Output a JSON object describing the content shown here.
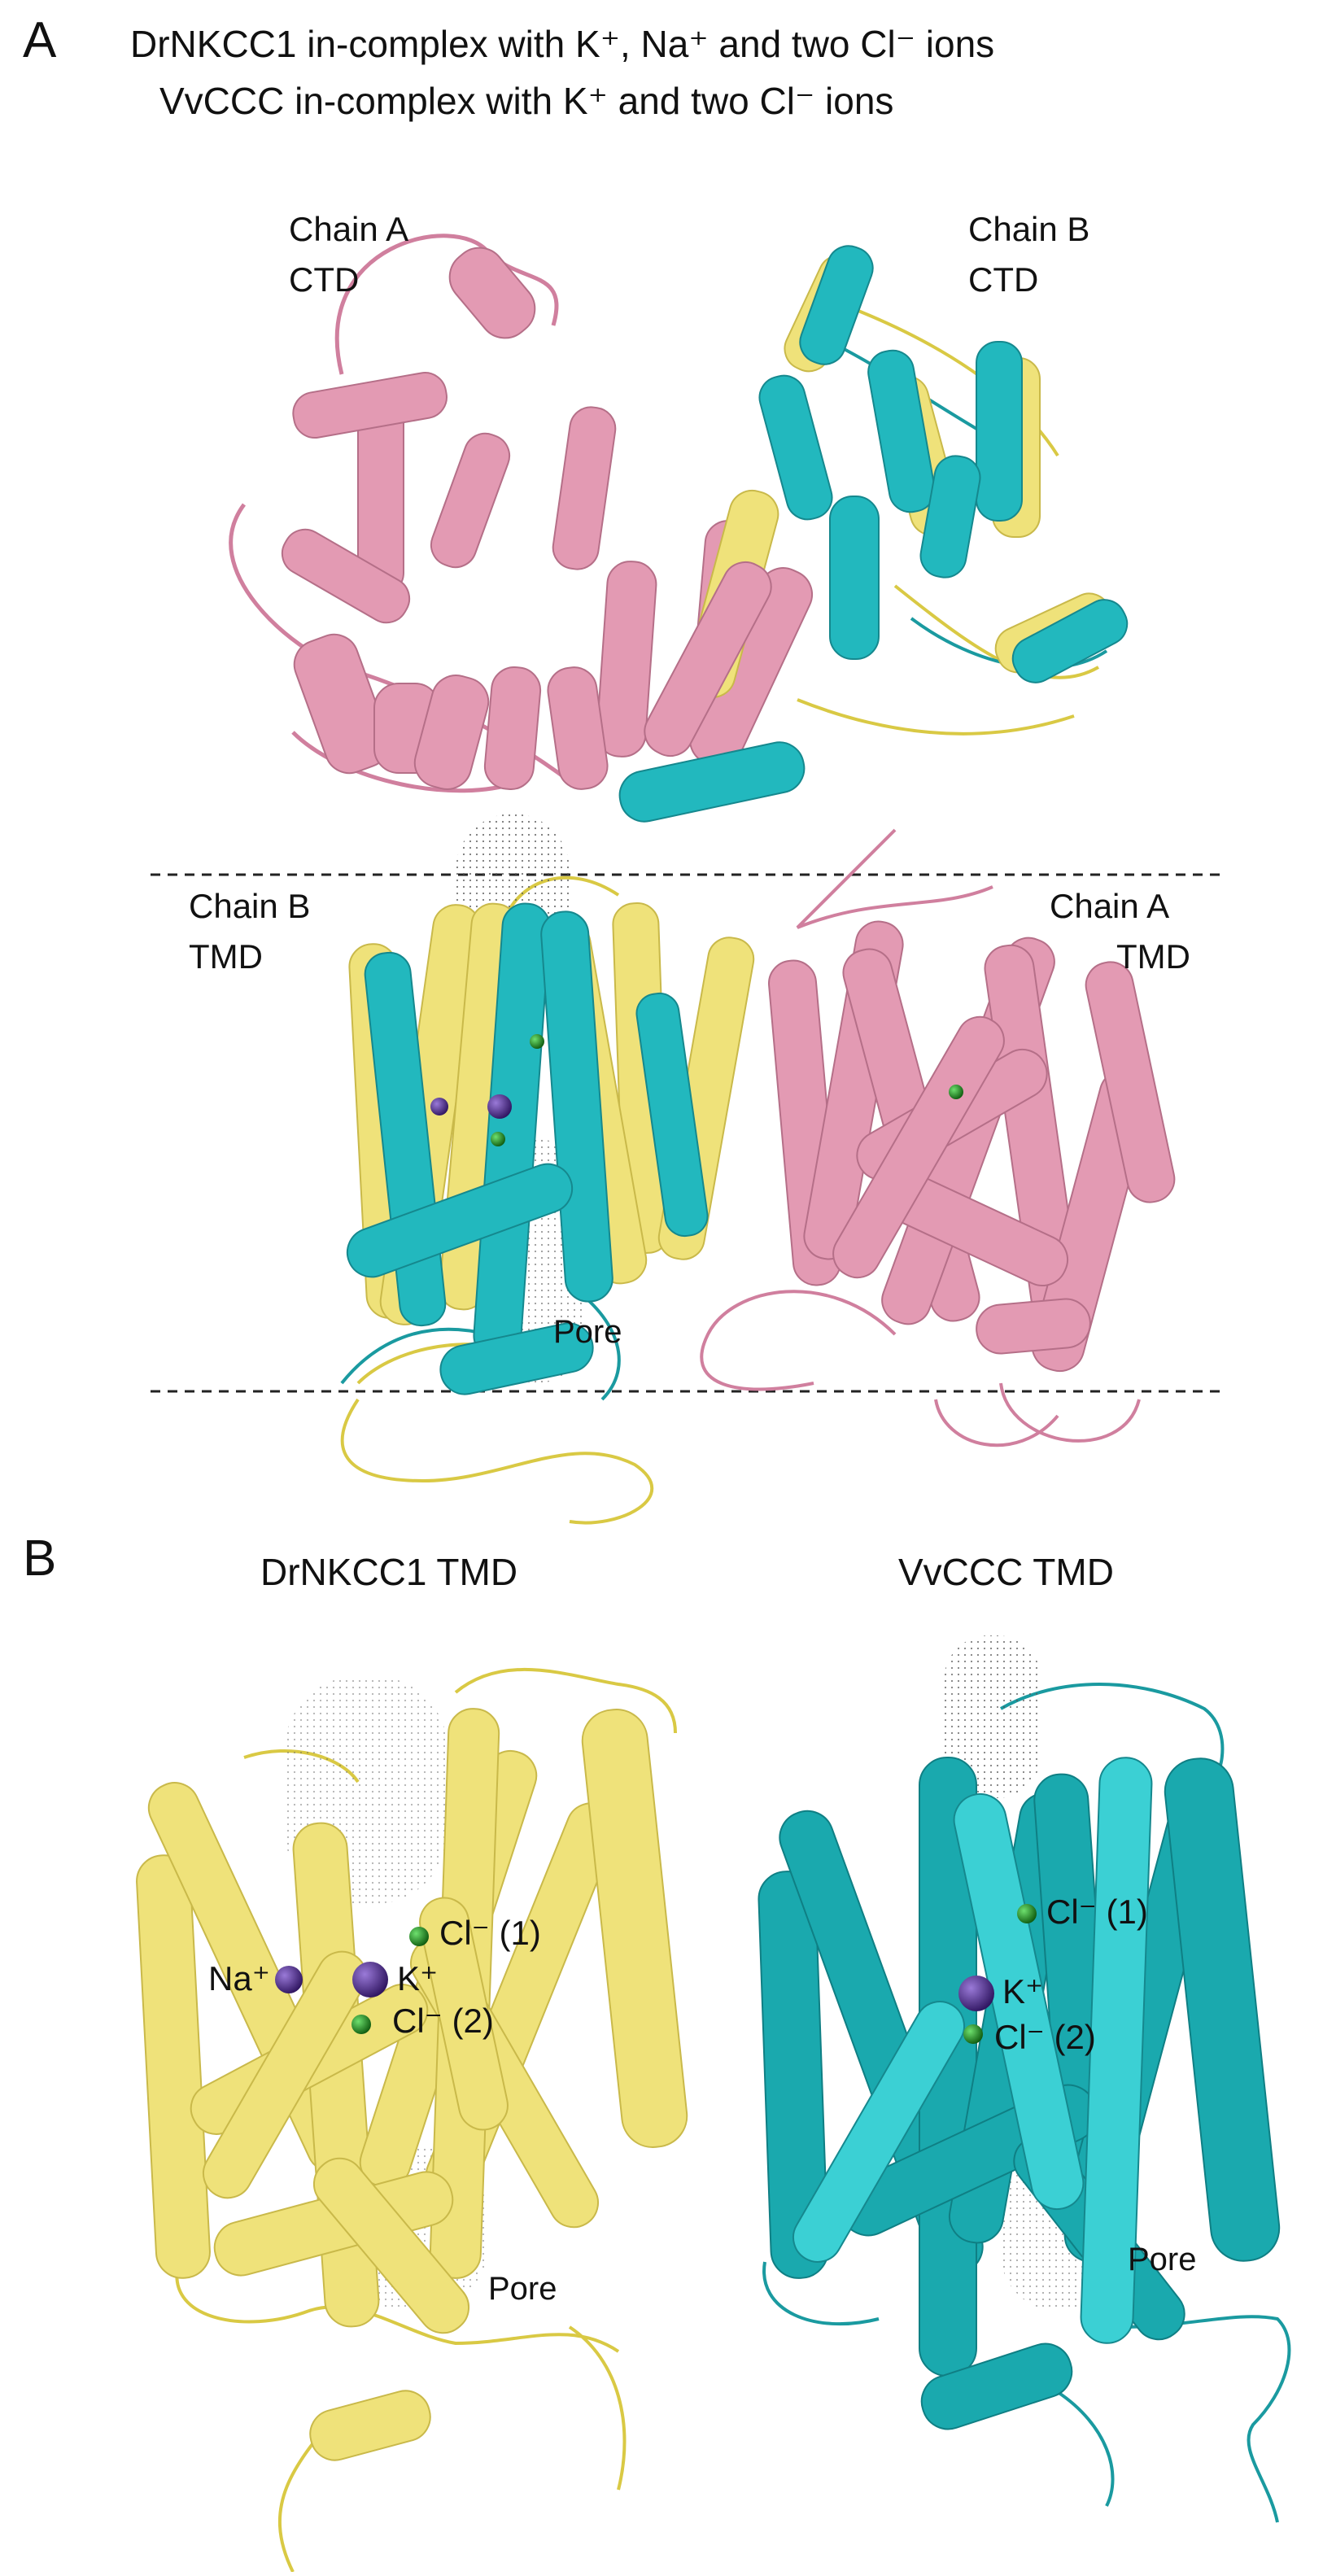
{
  "panel_a": {
    "letter": "A",
    "title_line1": "DrNKCC1 in-complex with K⁺, Na⁺ and two Cl⁻ ions",
    "title_line2": "VvCCC in-complex with K⁺ and two Cl⁻ ions",
    "labels": {
      "chain_a_ctd_1": "Chain A",
      "chain_a_ctd_2": "CTD",
      "chain_b_ctd_1": "Chain B",
      "chain_b_ctd_2": "CTD",
      "chain_b_tmd_1": "Chain B",
      "chain_b_tmd_2": "TMD",
      "chain_a_tmd_1": "Chain A",
      "chain_a_tmd_2": "TMD",
      "pore": "Pore"
    }
  },
  "panel_b": {
    "letter": "B",
    "left": {
      "title": "DrNKCC1 TMD",
      "na": "Na⁺",
      "k": "K⁺",
      "cl1": "Cl⁻ (1)",
      "cl2": "Cl⁻ (2)",
      "pore": "Pore"
    },
    "right": {
      "title": "VvCCC TMD",
      "k": "K⁺",
      "cl1": "Cl⁻ (1)",
      "cl2": "Cl⁻ (2)",
      "pore": "Pore"
    }
  },
  "colors": {
    "pink": "#e39ab3",
    "pink_dark": "#b56f88",
    "yellow": "#efe27a",
    "yellow_dark": "#c9b94a",
    "teal": "#22b8be",
    "teal_dark": "#15888e",
    "k_ion": "#4a2a8c",
    "cl_ion": "#1f8a1f",
    "dashed_line": "#222222"
  }
}
